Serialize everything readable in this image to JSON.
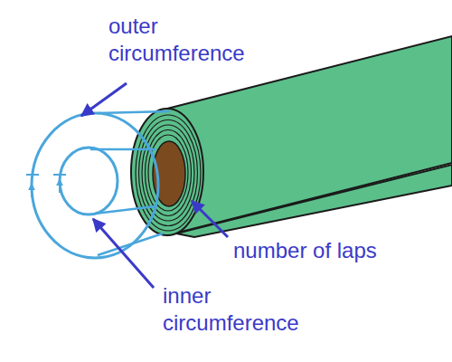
{
  "diagram": {
    "labels": [
      "outer circumference",
      "inner circumference",
      "number of laps"
    ]
  }
}
